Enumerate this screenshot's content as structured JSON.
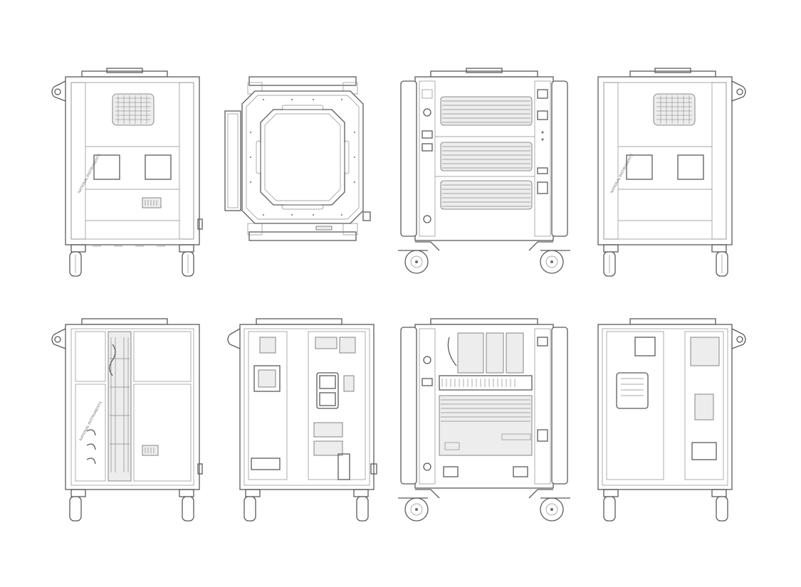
{
  "brand": {
    "logo_text": "NATIONAL INSTRUMENTS"
  },
  "colors": {
    "line": "#5a5a5a",
    "detail": "#8a8a8a",
    "background": "#ffffff"
  },
  "views": [
    {
      "row": "exterior",
      "kind": "side-enclosure-vented",
      "mirrored": false
    },
    {
      "row": "exterior",
      "kind": "top"
    },
    {
      "row": "exterior",
      "kind": "rear-wide-vented"
    },
    {
      "row": "exterior",
      "kind": "side-enclosure-vented",
      "mirrored": true
    },
    {
      "row": "interior",
      "kind": "side-open-frame",
      "mirrored": false
    },
    {
      "row": "interior",
      "kind": "front-open-frame"
    },
    {
      "row": "interior",
      "kind": "rear-wide-open"
    },
    {
      "row": "interior",
      "kind": "side-open-frame",
      "mirrored": true
    }
  ]
}
